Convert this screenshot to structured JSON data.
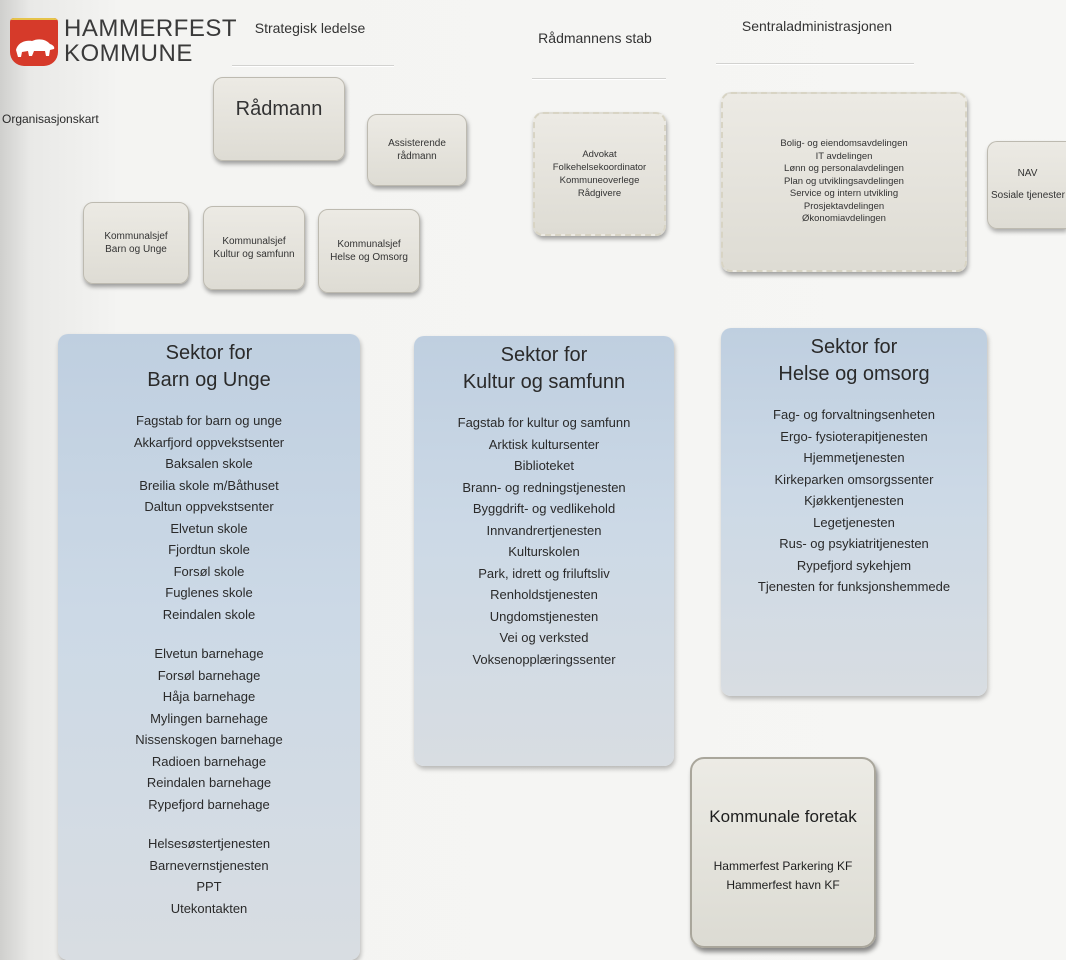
{
  "logo": {
    "line1": "HAMMERFEST",
    "line2": "KOMMUNE"
  },
  "org_label": "Organisasjonskart",
  "columns": {
    "strategic": "Strategisk ledelse",
    "staff": "Rådmannens stab",
    "central": "Sentraladministrasjonen"
  },
  "top_boxes": {
    "radmann": "Rådmann",
    "assisterende": [
      "Assisterende",
      "rådmann"
    ],
    "kommunalsjefer": [
      [
        "Kommunalsjef",
        "Barn og Unge"
      ],
      [
        "Kommunalsjef",
        "Kultur og samfunn"
      ],
      [
        "Kommunalsjef",
        "Helse og Omsorg"
      ]
    ],
    "stab": [
      "Advokat",
      "Folkehelsekoordinator",
      "Kommuneoverlege",
      "Rådgivere"
    ],
    "sentral": [
      "Bolig- og eiendomsavdelingen",
      "IT avdelingen",
      "Lønn og personalavdelingen",
      "Plan og utviklingsavdelingen",
      "Service og intern utvikling",
      "Prosjektavdelingen",
      "Økonomiavdelingen"
    ],
    "nav": [
      "NAV",
      "Sosiale tjenester"
    ]
  },
  "sectors": [
    {
      "title": [
        "Sektor for",
        "Barn og Unge"
      ],
      "groups": [
        [
          "Fagstab for barn og unge",
          "Akkarfjord oppvekstsenter",
          "Baksalen skole",
          "Breilia skole m/Båthuset",
          "Daltun oppvekstsenter",
          "Elvetun skole",
          "Fjordtun skole",
          "Forsøl skole",
          "Fuglenes skole",
          "Reindalen skole"
        ],
        [
          "Elvetun barnehage",
          "Forsøl barnehage",
          "Håja barnehage",
          "Mylingen barnehage",
          "Nissenskogen barnehage",
          "Radioen barnehage",
          "Reindalen barnehage",
          "Rypefjord barnehage"
        ],
        [
          "Helsesøstertjenesten",
          "Barnevernstjenesten",
          "PPT",
          "Utekontakten"
        ]
      ]
    },
    {
      "title": [
        "Sektor for",
        "Kultur og samfunn"
      ],
      "groups": [
        [
          "Fagstab for kultur og samfunn",
          "Arktisk kultursenter",
          "Biblioteket",
          "Brann- og redningstjenesten",
          "Byggdrift- og vedlikehold",
          "Innvandrertjenesten",
          "Kulturskolen",
          "Park, idrett og friluftsliv",
          "Renholdstjenesten",
          "Ungdomstjenesten",
          "Vei og verksted",
          "Voksenopplæringssenter"
        ]
      ]
    },
    {
      "title": [
        "Sektor for",
        "Helse og omsorg"
      ],
      "groups": [
        [
          "Fag- og forvaltningsenheten",
          "Ergo- fysioterapitjenesten",
          "Hjemmetjenesten",
          "Kirkeparken omsorgssenter",
          "Kjøkkentjenesten",
          "Legetjenesten",
          "Rus- og psykiatritjenesten",
          "Rypefjord sykehjem",
          "Tjenesten for funksjonshemmede"
        ]
      ]
    }
  ],
  "foretak": {
    "title": "Kommunale foretak",
    "items": [
      "Hammerfest Parkering KF",
      "Hammerfest havn KF"
    ]
  }
}
